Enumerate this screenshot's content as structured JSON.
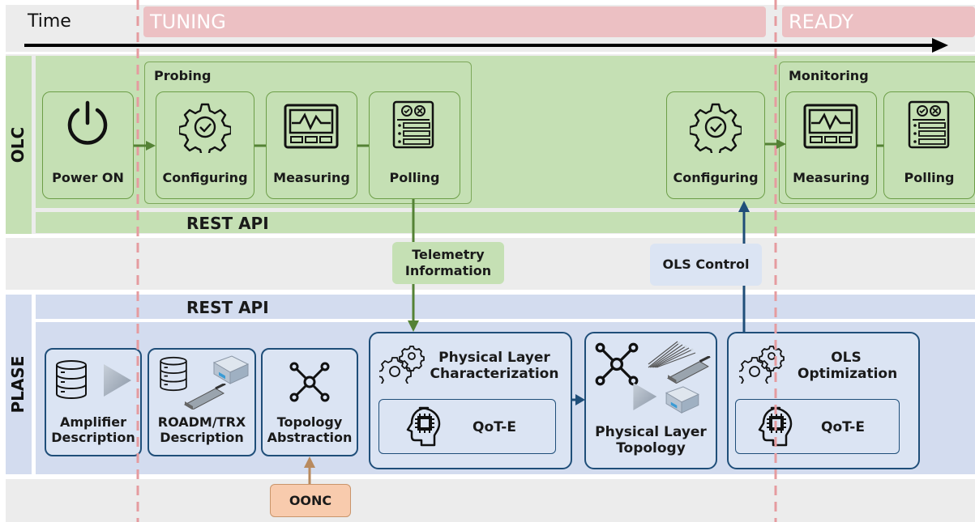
{
  "time_label": "Time",
  "phases": {
    "tuning": "TUNING",
    "ready": "READY"
  },
  "rows": {
    "olc": "OLC",
    "plase": "PLASE"
  },
  "olc": {
    "power_on": "Power ON",
    "probing_title": "Probing",
    "probing_items": [
      "Configuring",
      "Measuring",
      "Polling"
    ],
    "configuring": "Configuring",
    "monitoring_title": "Monitoring",
    "monitoring_items": [
      "Measuring",
      "Polling"
    ],
    "rest_api": "REST API"
  },
  "middle": {
    "telemetry": "Telemetry Information",
    "ols_control": "OLS Control"
  },
  "plase": {
    "rest_api": "REST API",
    "amplifier": "Amplifier Description",
    "roadm": "ROADM/TRX Description",
    "topology_abs": "Topology Abstraction",
    "plc_title": "Physical Layer Characterization",
    "qote_1": "QoT-E",
    "plt": "Physical Layer Topology",
    "olsopt_title": "OLS Optimization",
    "qote_2": "QoT-E"
  },
  "oonc": "OONC",
  "colors": {
    "olc_green": "#c5e0b4",
    "plase_blue": "#d3dcef",
    "phase_pink": "#ecc0c3",
    "arrow_green": "#548235",
    "arrow_blue": "#1f4e79",
    "arrow_brown": "#b88a5e",
    "oonc_fill": "#f8cbad"
  }
}
